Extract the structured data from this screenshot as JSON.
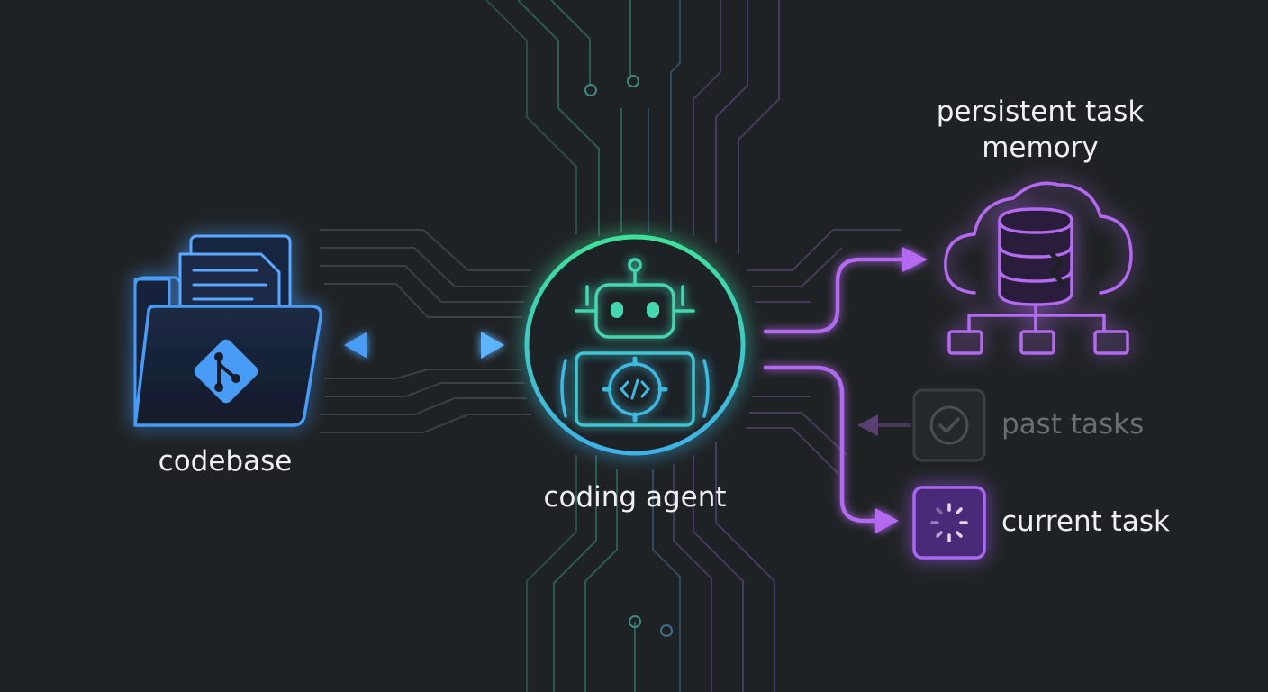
{
  "labels": {
    "codebase": "codebase",
    "agent": "coding agent",
    "memory_line1": "persistent task",
    "memory_line2": "memory",
    "past_tasks": "past tasks",
    "current_task": "current task"
  },
  "icons": {
    "codebase": "folder-git-icon",
    "agent": "robot-code-icon",
    "memory": "cloud-database-icon",
    "past_tasks": "check-circle-icon",
    "current_task": "loading-spinner-icon"
  },
  "colors": {
    "background": "#1f2224",
    "codebase": "#4a9cf6",
    "agent": "#3fe0b4",
    "memory": "#b36af0",
    "past_tasks": "#5a5e62",
    "current_task": "#9b5cf0",
    "text": "#eef0f2"
  }
}
